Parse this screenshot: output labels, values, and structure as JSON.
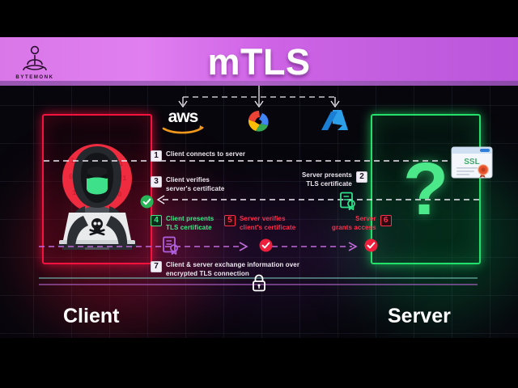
{
  "banner": {
    "title": "mTLS",
    "logo_name": "bytemonk-logo",
    "logo_text": "BYTEMONK"
  },
  "clouds": [
    {
      "id": "aws",
      "label": "aws",
      "icon": "aws-logo"
    },
    {
      "id": "gcp",
      "label": "",
      "icon": "google-cloud-logo"
    },
    {
      "id": "azure",
      "label": "",
      "icon": "azure-logo"
    }
  ],
  "endpoints": {
    "client": {
      "caption": "Client",
      "icon": "hacker-illustration",
      "border_color": "#f5123f"
    },
    "server": {
      "caption": "Server",
      "icon": "question-mark",
      "symbol": "?",
      "border_color": "#22e06a",
      "ssl_card": {
        "icon": "ssl-certificate-card",
        "label": "SSL"
      }
    }
  },
  "steps": [
    {
      "num": "1",
      "text": "Client connects to server",
      "style": "w",
      "align": "ltr"
    },
    {
      "num": "2",
      "text": "Server presents\nTLS certificate",
      "style": "w",
      "align": "rtl"
    },
    {
      "num": "3",
      "text": "Client verifies\nserver's certificate",
      "style": "w",
      "align": "ltr"
    },
    {
      "num": "4",
      "text": "Client presents\nTLS certificate",
      "style": "g",
      "align": "ltr"
    },
    {
      "num": "5",
      "text": "Server verifies\nclient's certificate",
      "style": "r",
      "align": "ltr"
    },
    {
      "num": "6",
      "text": "Server\ngrants access",
      "style": "r",
      "align": "rtl"
    },
    {
      "num": "7",
      "text": "Client & server exchange information over\nencrypted TLS connection",
      "style": "w",
      "align": "ltr"
    }
  ],
  "icons": {
    "cert_green": "certificate-icon-green",
    "cert_purple": "certificate-icon-purple",
    "lock": "padlock-icon",
    "badge_green_check": "green-check-badge",
    "badge_red_check_1": "red-check-badge",
    "badge_red_check_2": "red-check-badge"
  },
  "colors": {
    "banner_start": "#d977e8",
    "banner_end": "#bb55db",
    "client_red": "#f5123f",
    "server_green": "#22e06a",
    "flow_purple": "#c06bd8",
    "flow_white": "#efe9f2",
    "background": "#07060c"
  }
}
